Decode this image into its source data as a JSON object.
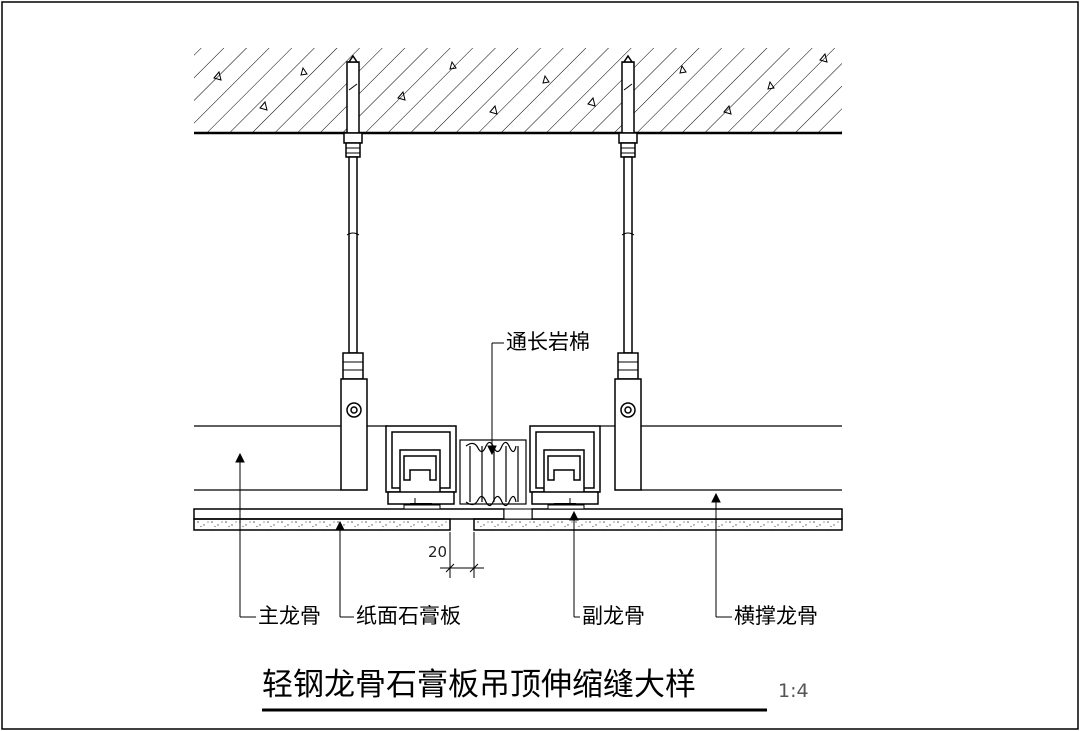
{
  "labels": {
    "rock_wool": "通长岩棉",
    "main_keel": "主龙骨",
    "gypsum_board": "纸面石膏板",
    "secondary_keel": "副龙骨",
    "cross_brace_keel": "横撑龙骨"
  },
  "dimension": "20",
  "title": "轻钢龙骨石膏板吊顶伸缩缝大样",
  "scale": "1:4"
}
